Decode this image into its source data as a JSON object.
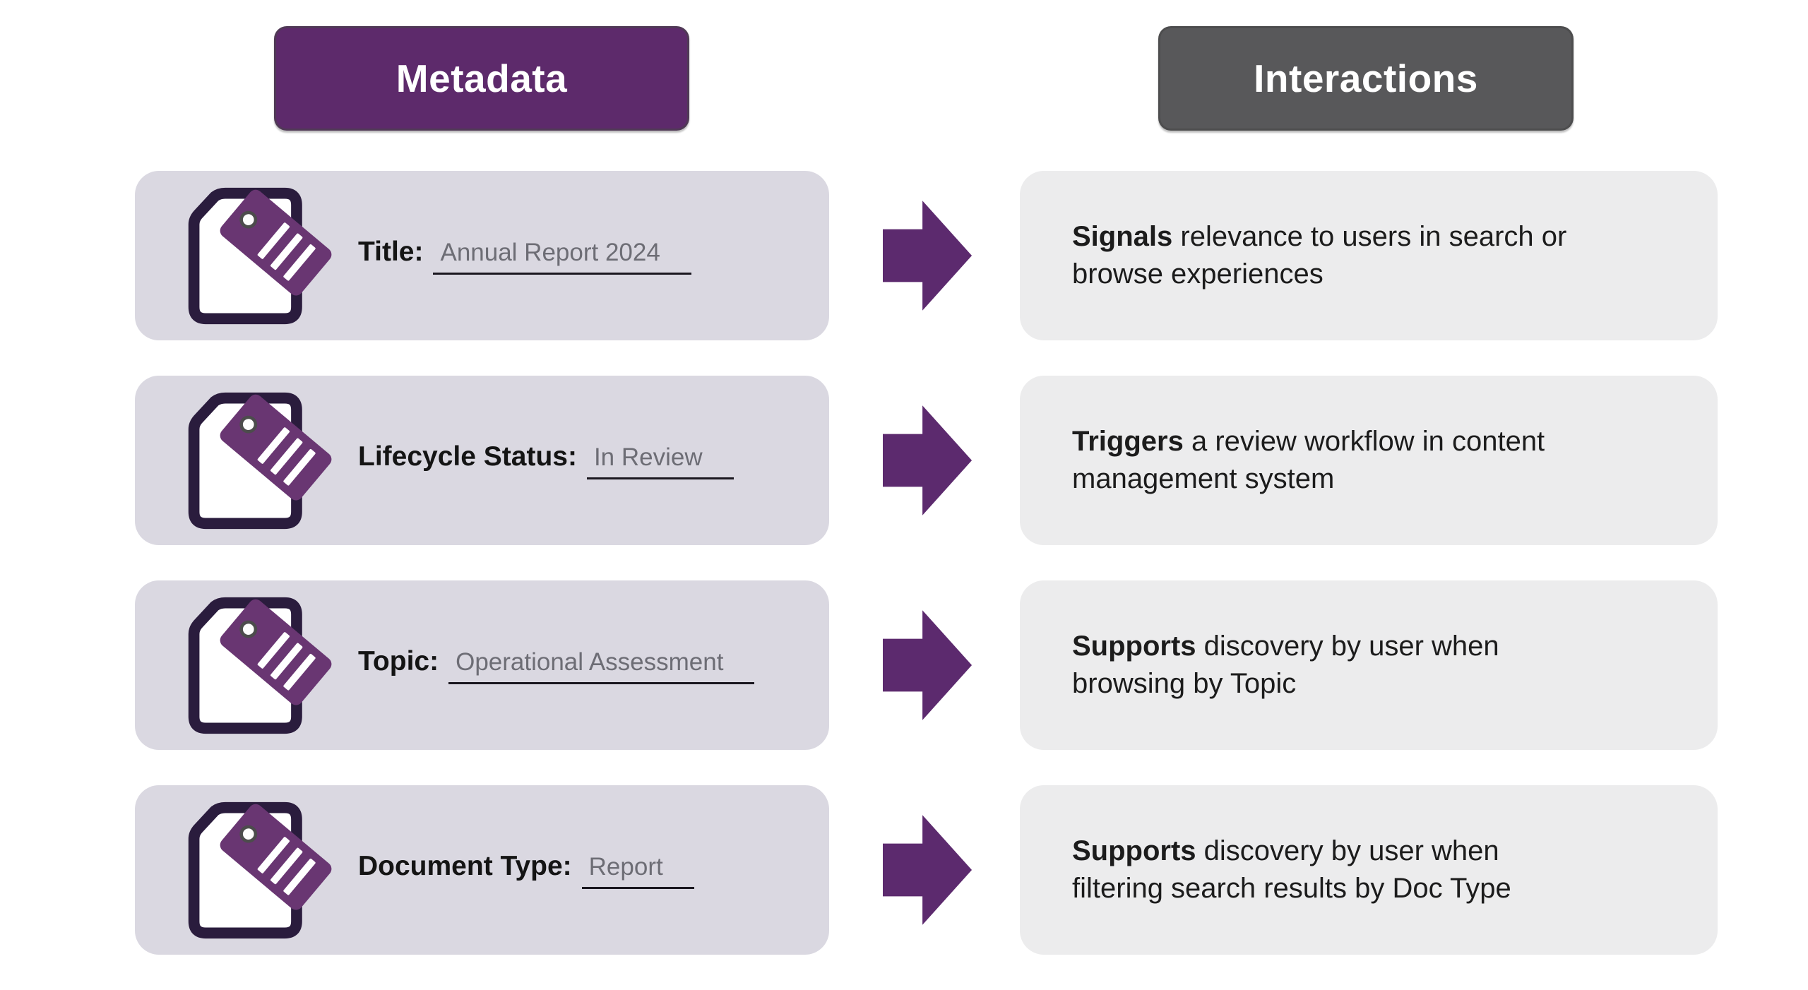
{
  "header": {
    "metadata_label": "Metadata",
    "interactions_label": "Interactions"
  },
  "colors": {
    "badge_purple": "#5d2a6b",
    "badge_gray": "#58585a",
    "metadata_card_bg": "#dad8e1",
    "interaction_card_bg": "#ececed",
    "arrow_purple": "#5c2a6e",
    "tag_purple": "#693672",
    "paper_outline": "#2a1c3d",
    "value_text": "#6d6d75",
    "body_text": "#1c1c1c"
  },
  "icons": {
    "row_icon": "document-with-tag-icon",
    "arrow_icon": "arrow-right-icon"
  },
  "rows": [
    {
      "label": "Title:",
      "value": "Annual Report 2024",
      "interaction_bold": "Signals",
      "interaction_rest": " relevance to users in search or\nbrowse experiences"
    },
    {
      "label": "Lifecycle Status:",
      "value": "In Review",
      "interaction_bold": "Triggers",
      "interaction_rest": " a review workflow in content\nmanagement system"
    },
    {
      "label": "Topic:",
      "value": "Operational Assessment",
      "interaction_bold": "Supports",
      "interaction_rest": " discovery by user when\nbrowsing by Topic"
    },
    {
      "label": "Document Type:",
      "value": "Report",
      "interaction_bold": "Supports",
      "interaction_rest": " discovery by user when\nfiltering search results by Doc Type"
    }
  ]
}
